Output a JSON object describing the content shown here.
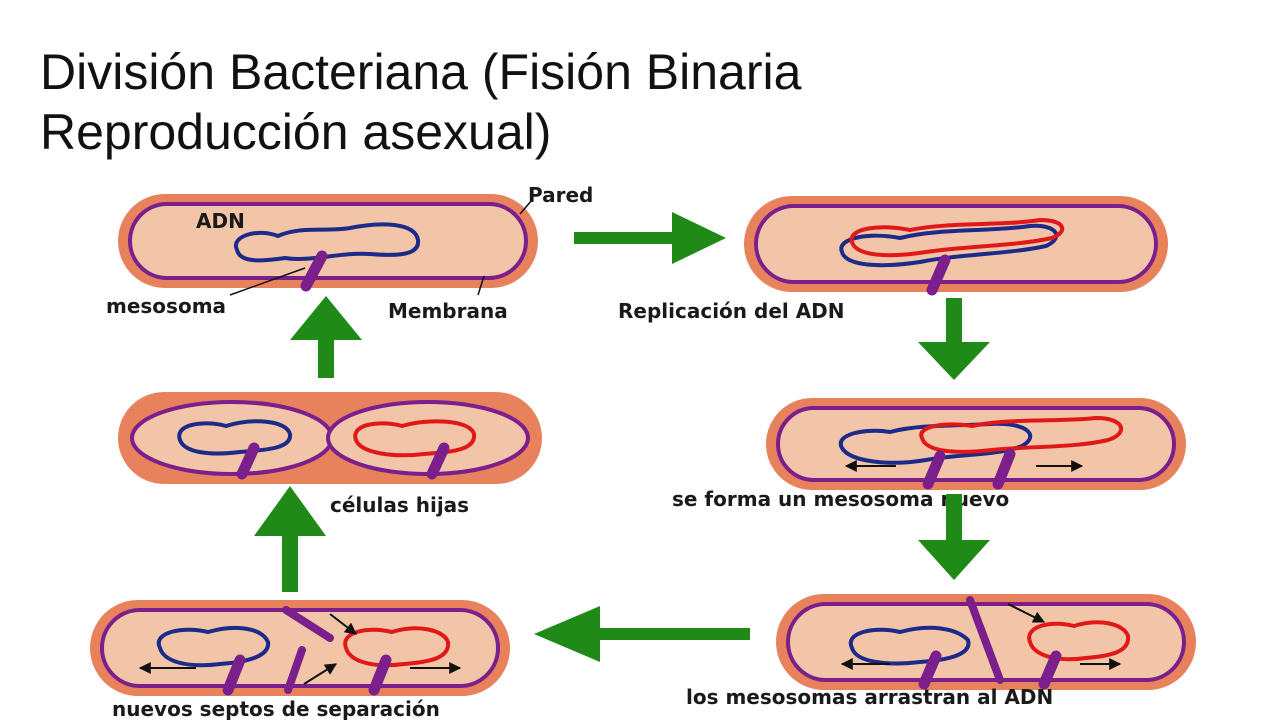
{
  "title": {
    "line1": "División Bacteriana (Fisión Binaria",
    "line2": "Reproducción asexual)"
  },
  "labels": {
    "adn": "ADN",
    "pared": "Pared",
    "mesosoma": "mesosoma",
    "membrana": "Membrana",
    "replicacion": "Replicación del ADN",
    "nuevo_mesosoma": "se forma un mesosoma nuevo",
    "arrastran": "los mesosomas arrastran al ADN",
    "septos": "nuevos septos de separación",
    "hijas": "células hijas"
  },
  "colors": {
    "cell_wall": "#e8825c",
    "cell_fill": "#f3c5a8",
    "membrane": "#7b1f8c",
    "mesosome": "#7b1f8c",
    "dna_original": "#1c2a8a",
    "dna_copy": "#e01818",
    "arrow": "#1f8a18"
  }
}
